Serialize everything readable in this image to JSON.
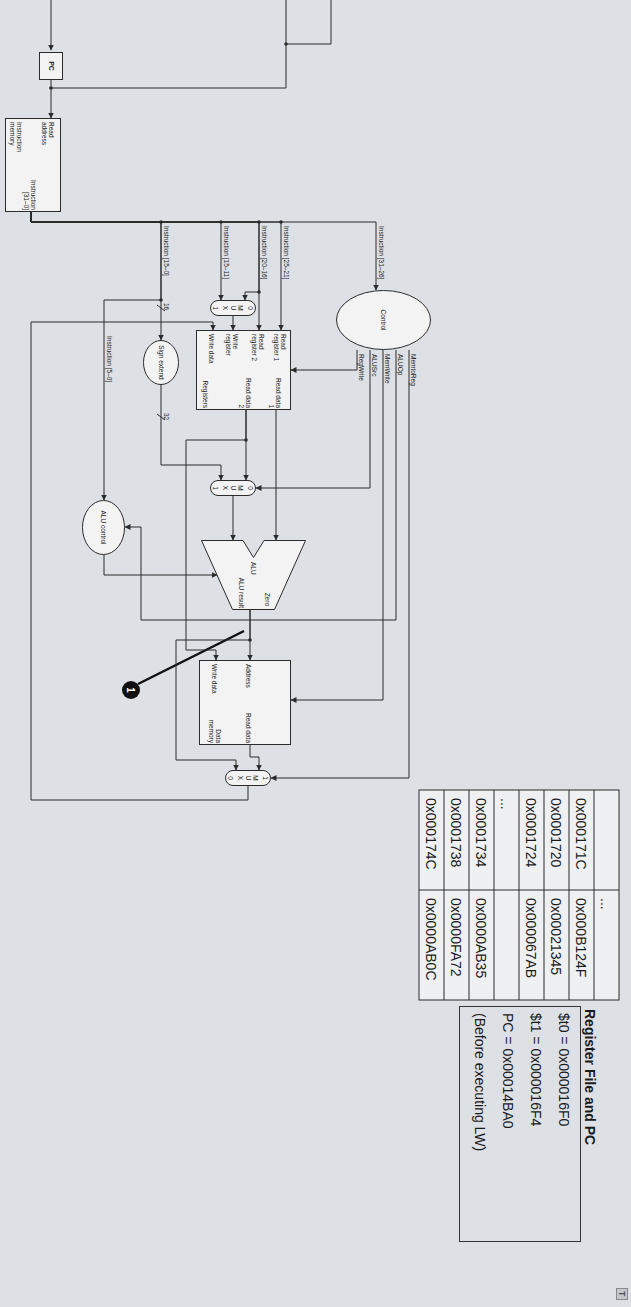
{
  "diagram": {
    "nodes": [
      {
        "text": [
          "PC"
        ]
      },
      {
        "text": [
          "Read address",
          "Instruction [31–0]",
          "Instruction memory"
        ]
      },
      {
        "text": [
          "Control"
        ]
      },
      {
        "text": [
          "0",
          "M U X",
          "1"
        ]
      },
      {
        "text": [
          "Read register 1",
          "Read register 2",
          "Write register",
          "Write data",
          "Read data 1",
          "Read data 2",
          "Registers"
        ]
      },
      {
        "text": [
          "Sign extend"
        ]
      },
      {
        "text": [
          "ALU control"
        ]
      },
      {
        "text": [
          "0",
          "M U X",
          "1"
        ]
      },
      {
        "text": [
          "ALU",
          "Zero",
          "ALU result"
        ]
      },
      {
        "text": [
          "Address",
          "Write data",
          "Read data",
          "Data memory"
        ]
      },
      {
        "text": [
          "1",
          "M U X",
          "0"
        ]
      },
      {
        "text": [
          "1"
        ]
      },
      {
        "text": [
          "Register File and PC",
          "$t0 = 0x000016F0",
          "$t1 = 0x000016F4",
          "PC = 0x00014BA0",
          "(Before executing LW)"
        ]
      }
    ],
    "edges": [
      {
        "from": 0,
        "to": 1,
        "arrow": "to"
      },
      {
        "from": 1,
        "to": 2,
        "label": "Instruction [31–26]",
        "arrow": "to"
      },
      {
        "from": 1,
        "to": 4,
        "label": "Instruction [25–21]",
        "arrow": "to"
      },
      {
        "from": 1,
        "to": 4,
        "label": "Instruction [20–16]",
        "arrow": "to"
      },
      {
        "from": 1,
        "to": 3,
        "arrow": "to"
      },
      {
        "from": 1,
        "to": 3,
        "label": "Instruction [15–11]",
        "arrow": "to"
      },
      {
        "from": 1,
        "to": 5,
        "label": "Instruction [15–0]",
        "arrow": "to"
      },
      {
        "from": 1,
        "to": 6,
        "label": "Instruction [5–0]",
        "arrow": "to"
      },
      {
        "from": 3,
        "to": 4,
        "arrow": "to"
      },
      {
        "from": 4,
        "to": 8,
        "arrow": "to"
      },
      {
        "from": 4,
        "to": 7,
        "arrow": "to"
      },
      {
        "from": 4,
        "to": 9,
        "arrow": "to"
      },
      {
        "from": 5,
        "to": 7,
        "arrow": "to"
      },
      {
        "from": 7,
        "to": 8,
        "arrow": "to"
      },
      {
        "from": 6,
        "to": 8,
        "arrow": "to"
      },
      {
        "from": 8,
        "to": 9,
        "arrow": "to"
      },
      {
        "from": 8,
        "to": 10,
        "arrow": "to"
      },
      {
        "from": 9,
        "to": 10,
        "arrow": "to"
      },
      {
        "from": 10,
        "to": 4,
        "arrow": "to"
      },
      {
        "from": 2,
        "to": 4,
        "label": "RegWrite",
        "arrow": "to"
      },
      {
        "from": 2,
        "to": 7,
        "label": "ALUSrc",
        "arrow": "to"
      },
      {
        "from": 2,
        "to": 6,
        "label": "ALUOp",
        "arrow": "to"
      },
      {
        "from": 2,
        "to": 9,
        "label": "MemWrite",
        "arrow": "to"
      },
      {
        "from": 2,
        "to": 10,
        "label": "MemtoReg",
        "arrow": "to"
      }
    ],
    "labels": [
      "16",
      "32",
      "...",
      "0x000171C",
      "0x000B124F",
      "0x0001720",
      "0x00021345",
      "0x0001724",
      "0x000067AB",
      "...",
      "0x0001734",
      "0x0000AB35",
      "0x0001738",
      "0x0000FA72",
      "0x000174C",
      "0x0000AB0C",
      "T"
    ]
  }
}
